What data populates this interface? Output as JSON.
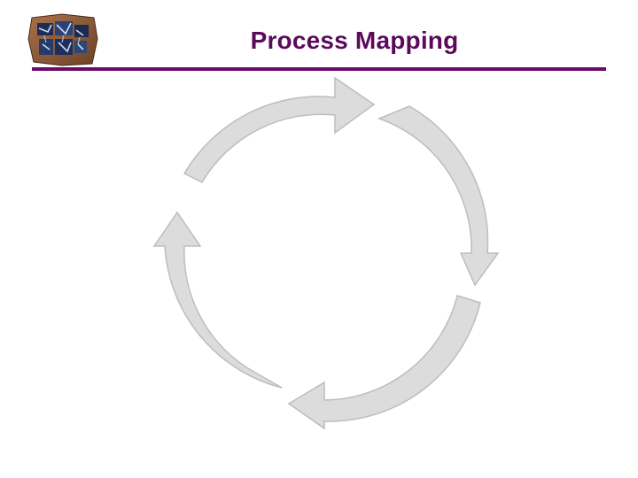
{
  "slide": {
    "title": "Process Mapping"
  },
  "colors": {
    "title": "#5b0a5b",
    "rule": "#6a0a6a",
    "arrow_fill": "#dcdcdc",
    "arrow_shadow": "#bdbdbd",
    "logo_brick": "#8b5a3c",
    "logo_tile": "#1c2f5c"
  },
  "diagram": {
    "type": "cycle",
    "arrow_count": 4,
    "direction": "clockwise"
  },
  "icons": [
    "logo-mosaic-icon"
  ]
}
